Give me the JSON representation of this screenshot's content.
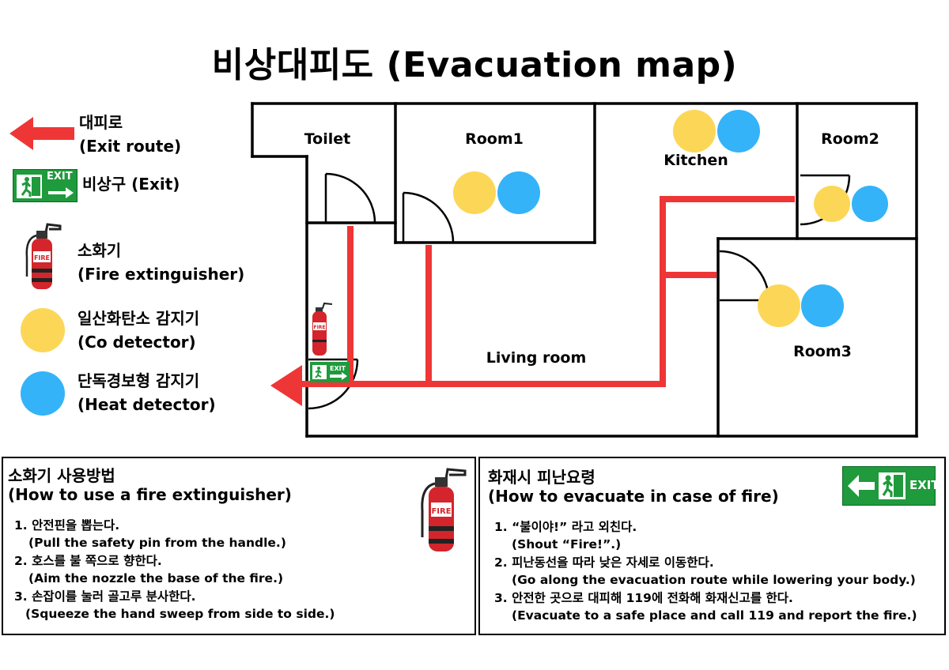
{
  "title": "비상대피도 (Evacuation map)",
  "legend": {
    "exit_route": {
      "line1": "대피로",
      "line2": "(Exit route)"
    },
    "exit": {
      "label": "비상구 (Exit)"
    },
    "extinguisher": {
      "line1": "소화기",
      "line2": "(Fire extinguisher)"
    },
    "co_detector": {
      "line1": "일산화탄소 감지기",
      "line2": "(Co detector)"
    },
    "heat_detector": {
      "line1": "단독경보형 감지기",
      "line2": "(Heat detector)"
    }
  },
  "rooms": {
    "toilet": "Toilet",
    "room1": "Room1",
    "kitchen": "Kitchen",
    "room2": "Room2",
    "living_room": "Living room",
    "room3": "Room3"
  },
  "exit_sign_text": "EXIT",
  "extinguisher_text": "FIRE",
  "panels": {
    "extinguisher": {
      "title_ko": "소화기 사용방법",
      "title_en": "(How to use a fire extinguisher)",
      "steps": [
        {
          "ko": "1. 안전핀을 뽑는다.",
          "en": "(Pull the safety pin from the handle.)"
        },
        {
          "ko": "2. 호스를 불 쪽으로 향한다.",
          "en": "(Aim the nozzle the base of the fire.)"
        },
        {
          "ko": "3. 손잡이를 눌러 골고루 분사한다.",
          "en": "(Squeeze the hand sweep from side to side.)"
        }
      ]
    },
    "evacuate": {
      "title_ko": "화재시 피난요령",
      "title_en": "(How to evacuate in case of fire)",
      "steps": [
        {
          "ko": "1. “불이야!” 라고 외친다.",
          "en": "(Shout “Fire!”.)"
        },
        {
          "ko": "2. 피난동선을 따라 낮은 자세로 이동한다.",
          "en": "(Go along the evacuation route while lowering your body.)"
        },
        {
          "ko": "3. 안전한 곳으로 대피해 119에 전화해 화재신고를 한다.",
          "en": "(Evacuate to a safe place and call 119 and report the fire.)"
        }
      ]
    }
  },
  "colors": {
    "route": "#EE3636",
    "exit_green": "#1F9A3C",
    "co_detector": "#FCD757",
    "heat_detector": "#34B3F9",
    "extinguisher": "#D3252B"
  }
}
